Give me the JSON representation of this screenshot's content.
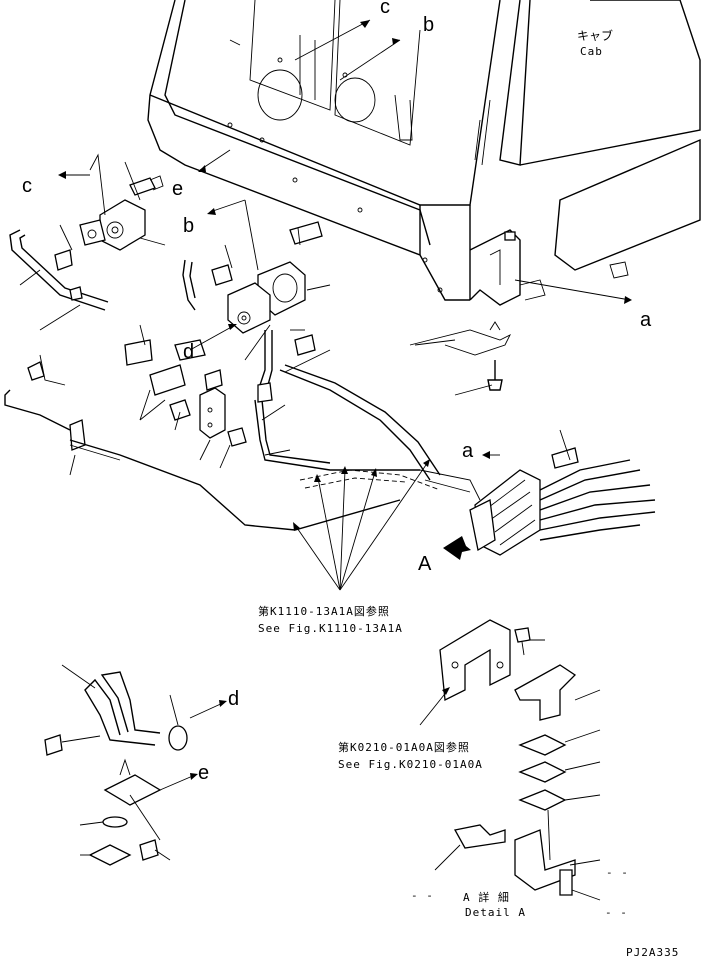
{
  "labels": {
    "cab_jp": "キャブ",
    "cab_en": "Cab",
    "c": "c",
    "b": "b",
    "e": "e",
    "a": "a",
    "d": "d",
    "big_a": "A",
    "ref1_jp": "第K1110-13A1A図参照",
    "ref1_en": "See Fig.K1110-13A1A",
    "ref2_jp": "第K0210-01A0A図参照",
    "ref2_en": "See Fig.K0210-01A0A",
    "detail_jp": "A 詳 細",
    "detail_en": "Detail A",
    "dash": "- -",
    "code": "PJ2A335"
  }
}
